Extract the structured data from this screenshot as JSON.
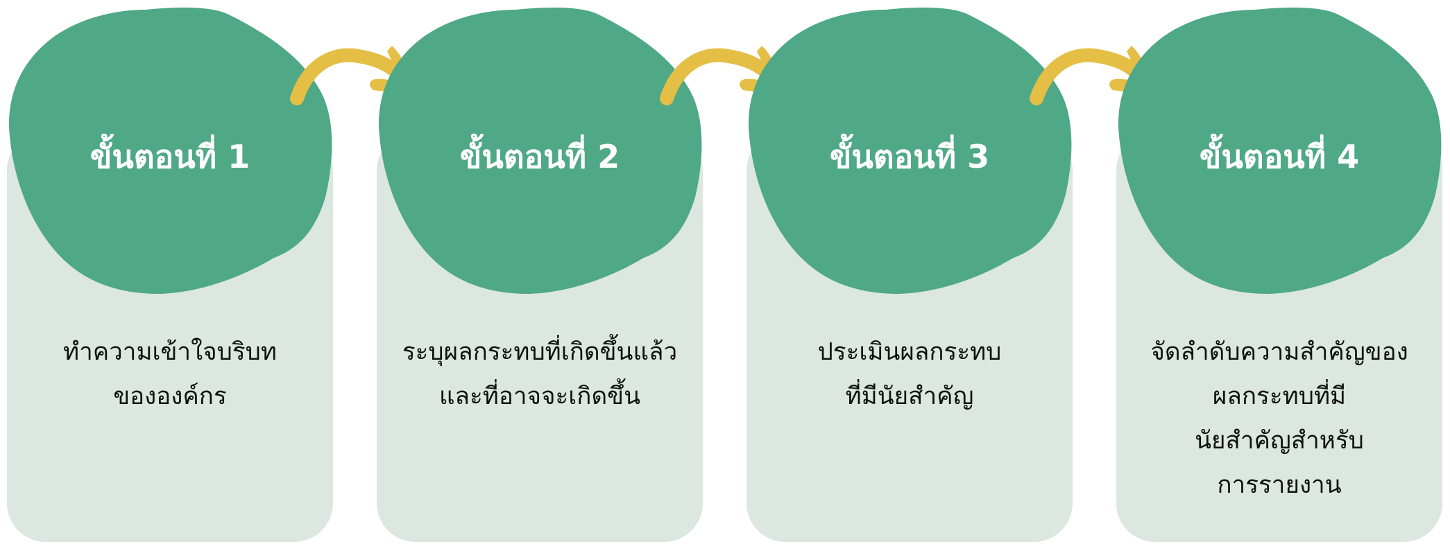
{
  "colors": {
    "blob": "#4FA886",
    "card": "#DBE7E0",
    "arrow": "#E5BE45",
    "text": "#111111"
  },
  "steps": [
    {
      "title": "ขั้นตอนที่ 1",
      "lines": [
        "ทำความเข้าใจบริบท",
        "ขององค์กร"
      ]
    },
    {
      "title": "ขั้นตอนที่ 2",
      "lines": [
        "ระบุผลกระทบที่เกิดขึ้นแล้ว",
        "และที่อาจจะเกิดขึ้น"
      ]
    },
    {
      "title": "ขั้นตอนที่ 3",
      "lines": [
        "ประเมินผลกระทบ",
        "ที่มีนัยสำคัญ"
      ]
    },
    {
      "title": "ขั้นตอนที่ 4",
      "lines": [
        "จัดลำดับความสำคัญของ",
        "ผลกระทบที่มี",
        "นัยสำคัญสำหรับ",
        "การรายงาน"
      ]
    }
  ]
}
